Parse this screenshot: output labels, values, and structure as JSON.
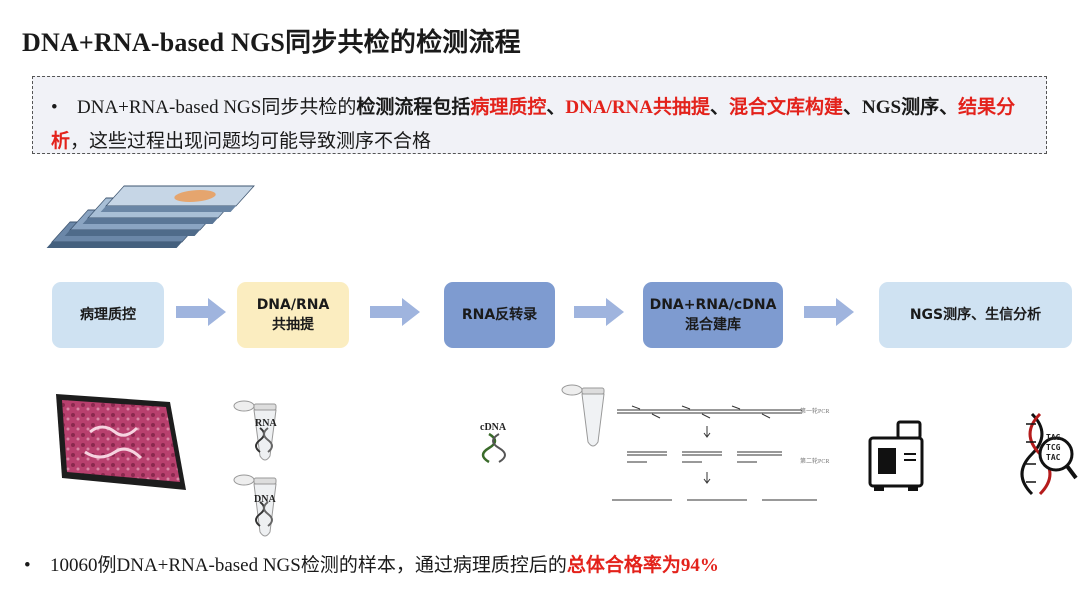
{
  "title": "DNA+RNA-based NGS同步共检的检测流程",
  "note": {
    "t1": "DNA+RNA-based NGS同步共检的",
    "t2": "检测流程包括",
    "t3": "病理质控",
    "t4": "、",
    "t5": "DNA/RNA共抽提",
    "t6": "、",
    "t7": "混合文库构建",
    "t8": "、",
    "t9": "NGS测序",
    "t10": "、",
    "t11": "结果分析",
    "t12": "，这些过程出现问题均可能导致测序不合格"
  },
  "steps": [
    {
      "line1": "病理质控",
      "line2": "",
      "color": "#cfe2f2",
      "text_color": "#1a1a1a"
    },
    {
      "line1": "DNA/RNA",
      "line2": "共抽提",
      "color": "#fbedc0",
      "text_color": "#1a1a1a"
    },
    {
      "line1": "RNA反转录",
      "line2": "",
      "color": "#7e9bd0",
      "text_color": "#1a1a1a"
    },
    {
      "line1": "DNA+RNA/cDNA",
      "line2": "混合建库",
      "color": "#7e9bd0",
      "text_color": "#1a1a1a"
    },
    {
      "line1": "NGS测序、生信分析",
      "line2": "",
      "color": "#cfe2f2",
      "text_color": "#1a1a1a"
    }
  ],
  "arrow_color": "#9fb4de",
  "labels": {
    "rna": "RNA",
    "dna": "DNA",
    "cdna": "cDNA",
    "pcr1": "第一轮PCR",
    "pcr2": "第二轮PCR",
    "tag1": "TAG",
    "tag2": "TCG",
    "tag3": "TAC"
  },
  "footer": {
    "t1": "10060例DNA+RNA-based NGS检测的样本，通过病理质控后的",
    "t2": "总体合格率为94%"
  }
}
